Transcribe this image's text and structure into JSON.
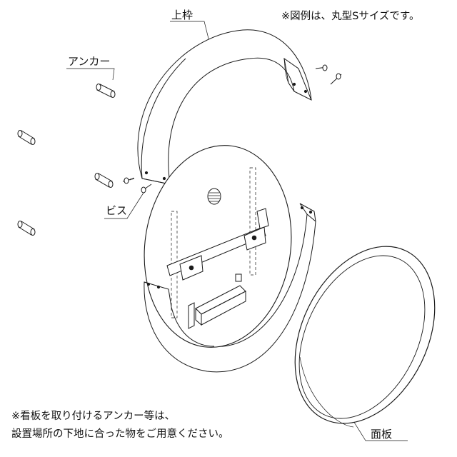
{
  "note_top": "※図例は、丸型Sサイズです。",
  "labels": {
    "upper_frame": "上枠",
    "anchor": "アンカー",
    "screw": "ビス",
    "face_panel": "面板"
  },
  "note_bottom": {
    "line1": "※看板を取り付けるアンカー等は、",
    "line2": "設置場所の下地に合った物をご用意ください。"
  }
}
